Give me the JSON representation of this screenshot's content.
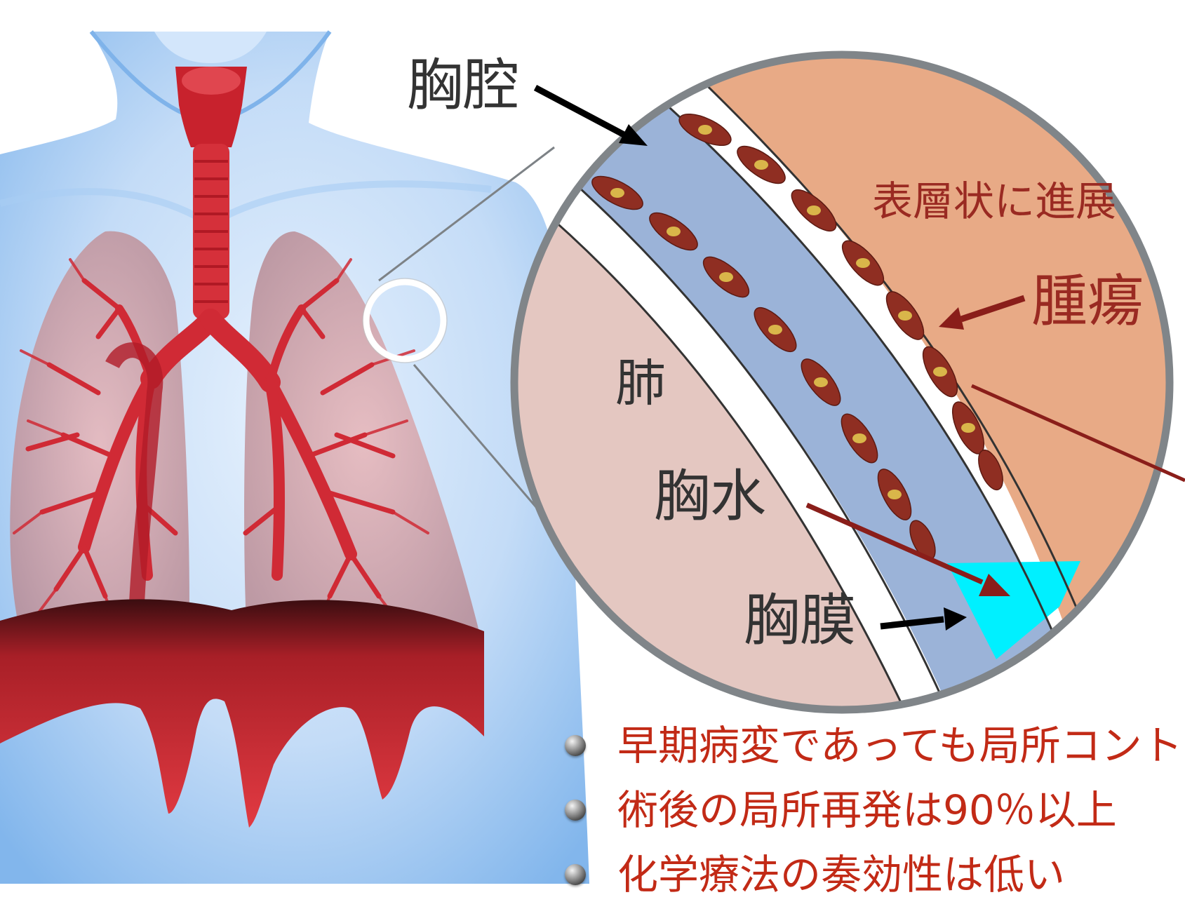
{
  "labels": {
    "thoracic_cavity": "胸腔",
    "superficial_spread": "表層状に進展",
    "tumor": "腫瘍",
    "lung": "肺",
    "pleural_effusion": "胸水",
    "pleura": "胸膜"
  },
  "bullets": [
    "早期病変であっても局所コント",
    "術後の局所再発は90％以上",
    "化学療法の奏効性は低い"
  ],
  "colors": {
    "lung_tissue": "#e4c7c1",
    "chest_wall": "#e8aa86",
    "pleural_space": "#9bb3d8",
    "effusion": "#00f0ff",
    "tumor": "#8f2e22",
    "tumor_nucleus": "#d9b64a",
    "arrow_red": "#8a1e1a",
    "bullet_text": "#c22a16",
    "magnifier_ring": "#808589",
    "body_blue": "#9ec8f0",
    "organ_red": "#d8323a"
  },
  "icons": [
    "bullet-dot-icon",
    "arrow-icon",
    "magnifier-lens-icon"
  ]
}
